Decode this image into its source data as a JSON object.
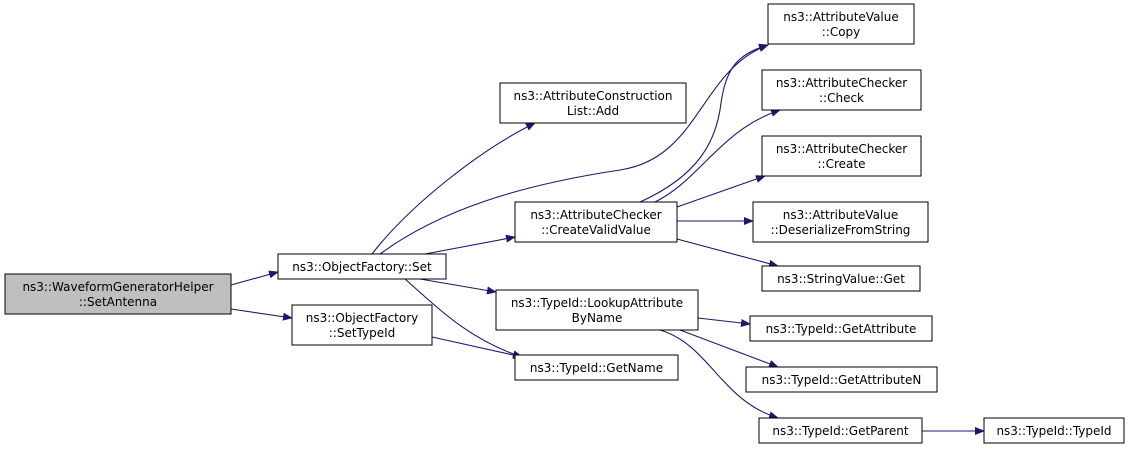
{
  "colors": {
    "edge": "#191970",
    "node_border": "#000000",
    "node_fill": "#ffffff",
    "root_fill": "#bfbfbf"
  },
  "nodes": [
    {
      "id": "root",
      "lines": [
        "ns3::WaveformGeneratorHelper",
        "::SetAntenna"
      ],
      "root": true
    },
    {
      "id": "of_set",
      "lines": [
        "ns3::ObjectFactory::Set"
      ]
    },
    {
      "id": "of_settypeid",
      "lines": [
        "ns3::ObjectFactory",
        "::SetTypeId"
      ]
    },
    {
      "id": "acl_add",
      "lines": [
        "ns3::AttributeConstruction",
        "List::Add"
      ]
    },
    {
      "id": "ac_cvv",
      "lines": [
        "ns3::AttributeChecker",
        "::CreateValidValue"
      ]
    },
    {
      "id": "tid_lookup",
      "lines": [
        "ns3::TypeId::LookupAttribute",
        "ByName"
      ]
    },
    {
      "id": "tid_getname",
      "lines": [
        "ns3::TypeId::GetName"
      ]
    },
    {
      "id": "av_copy",
      "lines": [
        "ns3::AttributeValue",
        "::Copy"
      ]
    },
    {
      "id": "ac_check",
      "lines": [
        "ns3::AttributeChecker",
        "::Check"
      ]
    },
    {
      "id": "ac_create",
      "lines": [
        "ns3::AttributeChecker",
        "::Create"
      ]
    },
    {
      "id": "av_deser",
      "lines": [
        "ns3::AttributeValue",
        "::DeserializeFromString"
      ]
    },
    {
      "id": "sv_get",
      "lines": [
        "ns3::StringValue::Get"
      ]
    },
    {
      "id": "tid_getattr",
      "lines": [
        "ns3::TypeId::GetAttribute"
      ]
    },
    {
      "id": "tid_getattrn",
      "lines": [
        "ns3::TypeId::GetAttributeN"
      ]
    },
    {
      "id": "tid_getparent",
      "lines": [
        "ns3::TypeId::GetParent"
      ]
    },
    {
      "id": "tid_typeid",
      "lines": [
        "ns3::TypeId::TypeId"
      ]
    }
  ],
  "edges": [
    {
      "from": "root",
      "to": "of_set"
    },
    {
      "from": "root",
      "to": "of_settypeid"
    },
    {
      "from": "of_set",
      "to": "acl_add"
    },
    {
      "from": "of_set",
      "to": "av_copy"
    },
    {
      "from": "of_set",
      "to": "ac_cvv"
    },
    {
      "from": "of_set",
      "to": "tid_lookup"
    },
    {
      "from": "of_set",
      "to": "tid_getname"
    },
    {
      "from": "of_settypeid",
      "to": "tid_getname"
    },
    {
      "from": "ac_cvv",
      "to": "av_copy"
    },
    {
      "from": "ac_cvv",
      "to": "ac_check"
    },
    {
      "from": "ac_cvv",
      "to": "ac_create"
    },
    {
      "from": "ac_cvv",
      "to": "av_deser"
    },
    {
      "from": "ac_cvv",
      "to": "sv_get"
    },
    {
      "from": "tid_lookup",
      "to": "tid_getattr"
    },
    {
      "from": "tid_lookup",
      "to": "tid_getattrn"
    },
    {
      "from": "tid_lookup",
      "to": "tid_getparent"
    },
    {
      "from": "tid_getparent",
      "to": "tid_typeid"
    }
  ]
}
